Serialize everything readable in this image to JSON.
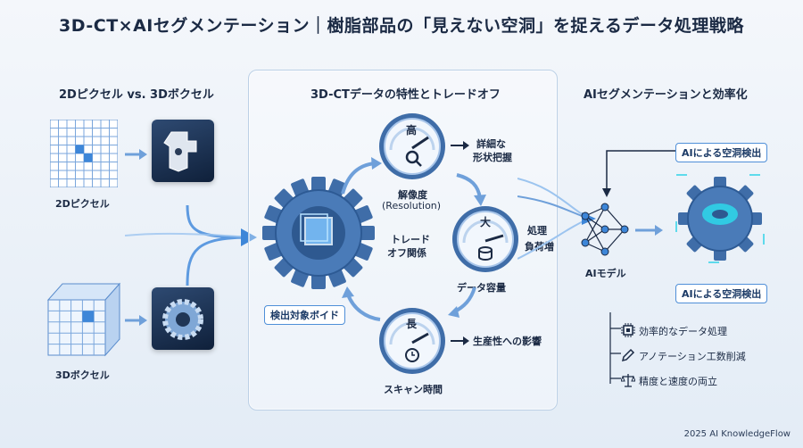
{
  "title": "3D-CT×AIセグメンテーション｜樹脂部品の「見えない空洞」を捉えるデータ処理戦略",
  "left": {
    "heading": "2Dピクセル vs. 3Dボクセル",
    "pixel_label": "2Dピクセル",
    "voxel_label": "3Dボクセル"
  },
  "center": {
    "heading": "3D-CTデータの特性とトレードオフ",
    "resolution": {
      "glyph": "高",
      "label_line1": "解像度",
      "label_line2": "(Resolution)",
      "effect_line1": "詳細な",
      "effect_line2": "形状把握"
    },
    "capacity": {
      "glyph": "大",
      "label": "データ容量",
      "effect_line1": "処理",
      "effect_line2": "負荷増"
    },
    "scantime": {
      "glyph": "長",
      "label": "スキャン時間",
      "effect": "生産性への影響"
    },
    "tradeoff_line1": "トレード",
    "tradeoff_line2": "オフ関係",
    "target_badge": "検出対象ボイド"
  },
  "right": {
    "heading": "AIセグメンテーションと効率化",
    "ai_model_label": "AIモデル",
    "detect_badge_top": "AIによる空洞検出",
    "detect_badge_bottom": "AIによる空洞検出",
    "benefits": [
      {
        "icon": "chip-icon",
        "text": "効率的なデータ処理"
      },
      {
        "icon": "pen-icon",
        "text": "アノテーション工数削減"
      },
      {
        "icon": "scale-icon",
        "text": "精度と速度の両立"
      }
    ]
  },
  "footer": "2025 AI KnowledgeFlow",
  "colors": {
    "accent": "#3d86d8",
    "dark": "#1b2a44",
    "gear": "#3f6da8"
  }
}
